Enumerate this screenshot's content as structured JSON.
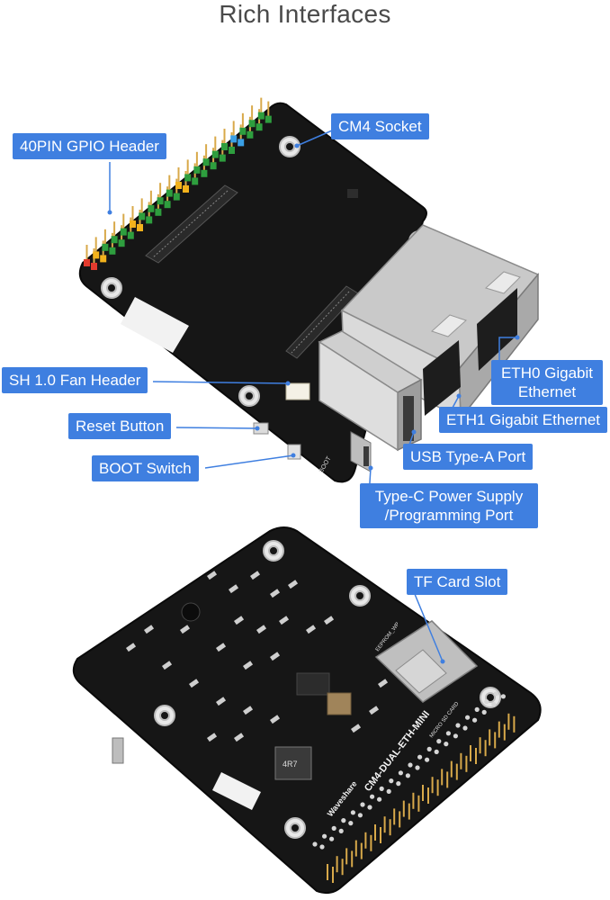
{
  "title": "Rich Interfaces",
  "colors": {
    "label_bg": "#3f7fe0",
    "label_text": "#ffffff",
    "leader_line": "#3f7fe0",
    "pcb": "#161616",
    "title_text": "#4a4a4a"
  },
  "callouts": {
    "gpio": "40PIN GPIO Header",
    "cm4": "CM4 Socket",
    "fan": "SH 1.0 Fan Header",
    "reset": "Reset Button",
    "boot": "BOOT Switch",
    "eth0_line1": "ETH0 Gigabit",
    "eth0_line2": "Ethernet",
    "eth1": "ETH1 Gigabit Ethernet",
    "usba": "USB Type-A Port",
    "typec_line1": "Type-C Power Supply",
    "typec_line2": "/Programming Port",
    "tf": "TF Card Slot"
  },
  "board_silkscreen": {
    "model": "CM4-DUAL-ETH-MINI",
    "brand": "Waveshare",
    "sd_label": "MICRO SD CARD",
    "inductor": "4R7",
    "eeprom": "EEPROM_WP",
    "boot_mark": "BOOT"
  }
}
